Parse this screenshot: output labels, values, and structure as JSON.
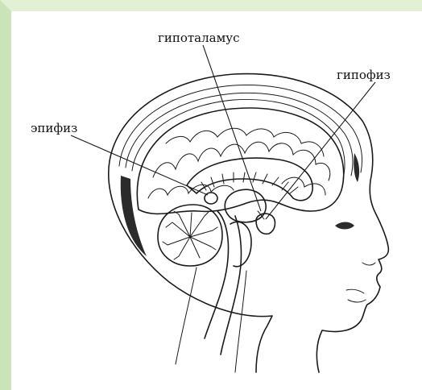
{
  "labels": {
    "hypothalamus": "гипоталамус",
    "pituitary": "гипофиз",
    "pineal": "эпифиз"
  },
  "colors": {
    "frame_left": "#9fcf7c",
    "frame_top": "#e2f0d6",
    "ink": "#1a1a1a",
    "ventricle_dark": "#2b2b2b"
  }
}
